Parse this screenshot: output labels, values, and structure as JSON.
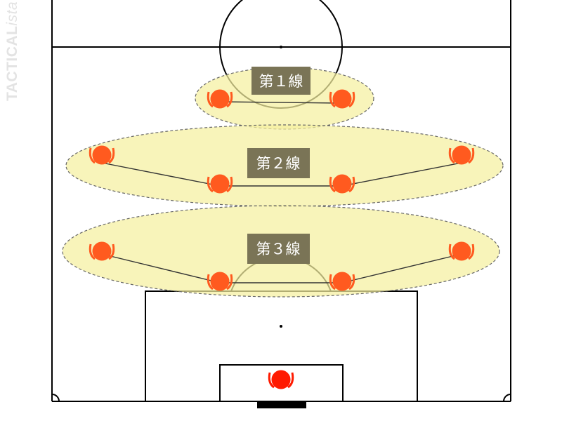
{
  "watermark": {
    "brand": "TACTICAL",
    "suffix": "ista"
  },
  "lines": [
    {
      "id": "line-1",
      "label": "第１線"
    },
    {
      "id": "line-2",
      "label": "第２線"
    },
    {
      "id": "line-3",
      "label": "第３線"
    }
  ],
  "colors": {
    "pitch_line": "#000000",
    "zone_fill": "#f5f0a0",
    "zone_border": "#666666",
    "player": "#ff5a1f",
    "goalkeeper": "#ff1a00",
    "label_bg": "#7a7456",
    "label_text": "#ffffff"
  }
}
